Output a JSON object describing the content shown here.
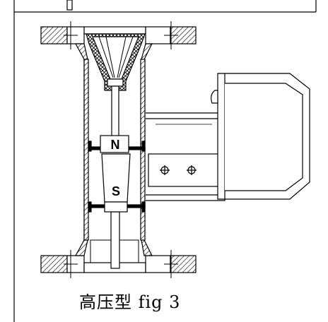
{
  "figure": {
    "caption": "高压型 fig 3",
    "labels": {
      "magnet_north": "N",
      "magnet_south": "S"
    },
    "icons": [
      "bolt-symbol-icon",
      "bolt-symbol-icon"
    ],
    "colors": {
      "line": "#000000",
      "background": "#ffffff"
    }
  }
}
